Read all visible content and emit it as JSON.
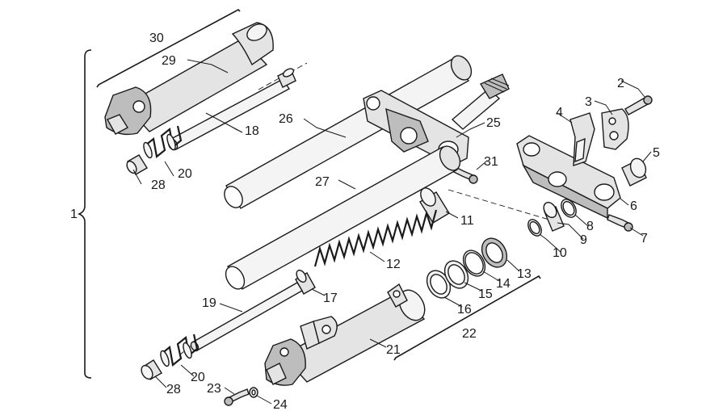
{
  "callouts": [
    {
      "id": "p30",
      "text": "30"
    },
    {
      "id": "p29",
      "text": "29"
    },
    {
      "id": "p18",
      "text": "18"
    },
    {
      "id": "p20a",
      "text": "20"
    },
    {
      "id": "p28a",
      "text": "28"
    },
    {
      "id": "p1",
      "text": "1"
    },
    {
      "id": "p26",
      "text": "26"
    },
    {
      "id": "p25",
      "text": "25"
    },
    {
      "id": "p31",
      "text": "31"
    },
    {
      "id": "p27",
      "text": "27"
    },
    {
      "id": "p2",
      "text": "2"
    },
    {
      "id": "p3",
      "text": "3"
    },
    {
      "id": "p4",
      "text": "4"
    },
    {
      "id": "p5",
      "text": "5"
    },
    {
      "id": "p6",
      "text": "6"
    },
    {
      "id": "p7",
      "text": "7"
    },
    {
      "id": "p8",
      "text": "8"
    },
    {
      "id": "p9",
      "text": "9"
    },
    {
      "id": "p10",
      "text": "10"
    },
    {
      "id": "p11",
      "text": "11"
    },
    {
      "id": "p12",
      "text": "12"
    },
    {
      "id": "p13",
      "text": "13"
    },
    {
      "id": "p14",
      "text": "14"
    },
    {
      "id": "p15",
      "text": "15"
    },
    {
      "id": "p16",
      "text": "16"
    },
    {
      "id": "p22",
      "text": "22"
    },
    {
      "id": "p17",
      "text": "17"
    },
    {
      "id": "p19",
      "text": "19"
    },
    {
      "id": "p21",
      "text": "21"
    },
    {
      "id": "p20b",
      "text": "20"
    },
    {
      "id": "p28b",
      "text": "28"
    },
    {
      "id": "p23",
      "text": "23"
    },
    {
      "id": "p24",
      "text": "24"
    }
  ]
}
